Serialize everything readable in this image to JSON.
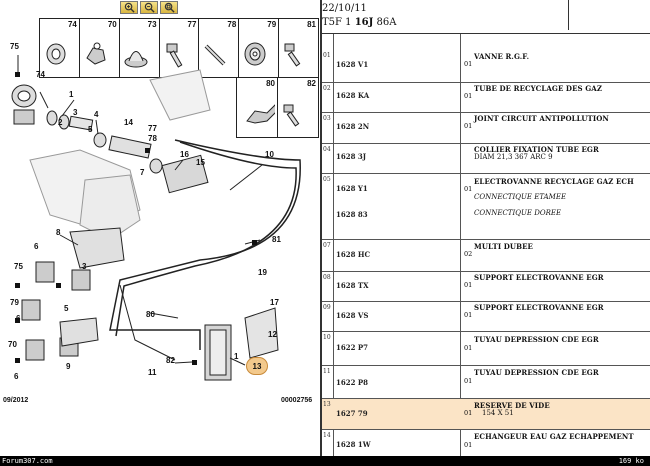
{
  "diagram": {
    "date_code": "09/2012",
    "doc_code": "00002756",
    "top_parts": [
      "74",
      "70",
      "73",
      "77",
      "78",
      "79",
      "81"
    ],
    "side_parts": [
      "80",
      "82"
    ],
    "callouts": {
      "c75a": "75",
      "c74": "74",
      "c1a": "1",
      "c3a": "3",
      "c4a": "4",
      "c2a": "2",
      "c5a": "5",
      "c14": "14",
      "c77b": "77",
      "c78b": "78",
      "c16": "16",
      "c15": "15",
      "c10": "10",
      "c7": "7",
      "c8": "8",
      "c81": "81",
      "c19": "19",
      "c6a": "6",
      "c75b": "75",
      "c3b": "3",
      "c79": "79",
      "c5b": "5",
      "c6b": "6",
      "c70": "70",
      "c6c": "6",
      "c9": "9",
      "c80": "80",
      "c82": "82",
      "c11": "11",
      "c17": "17",
      "c12": "12",
      "c1b": "1",
      "c13": "13"
    }
  },
  "list": {
    "header_date": "22/10/11",
    "header_model_prefix": "T5F 1",
    "header_model_bold": "16J",
    "header_model_suffix": "86A",
    "rows": [
      {
        "n": "01",
        "ref": "1628 V1",
        "qty": "01",
        "desc": "VANNE R.G.F."
      },
      {
        "n": "02",
        "ref": "1628 KA",
        "qty": "01",
        "desc": "TUBE DE RECYCLAGE DES GAZ"
      },
      {
        "n": "03",
        "ref": "1628 2N",
        "qty": "01",
        "desc": "JOINT CIRCUIT ANTIPOLLUTION"
      },
      {
        "n": "04",
        "ref": "1628 3J",
        "qty": "",
        "desc": "COLLIER FIXATION TUBE EGR",
        "sub": "DIAM 21,3 367 ARC 9"
      },
      {
        "n": "05",
        "ref": "1628 Y1",
        "qty": "01",
        "desc": "ELECTROVANNE RECYCLAGE GAZ ECH",
        "sub": "CONNECTIQUE ETAMEE"
      },
      {
        "n": "",
        "ref": "1628 83",
        "qty": "",
        "desc": "",
        "sub": "CONNECTIQUE DOREE"
      },
      {
        "n": "07",
        "ref": "1628 HC",
        "qty": "02",
        "desc": "MULTI DUBEE"
      },
      {
        "n": "08",
        "ref": "1628 TX",
        "qty": "01",
        "desc": "SUPPORT ELECTROVANNE EGR"
      },
      {
        "n": "09",
        "ref": "1628 VS",
        "qty": "01",
        "desc": "SUPPORT ELECTROVANNE EGR"
      },
      {
        "n": "10",
        "ref": "1622 P7",
        "qty": "01",
        "desc": "TUYAU DEPRESSION CDE EGR"
      },
      {
        "n": "11",
        "ref": "1622 P8",
        "qty": "01",
        "desc": "TUYAU DEPRESSION CDE EGR"
      },
      {
        "n": "13",
        "ref": "1627 79",
        "qty": "01",
        "desc": "RESERVE DE VIDE",
        "sub": "154 X 51"
      },
      {
        "n": "14",
        "ref": "1628 1W",
        "qty": "01",
        "desc": "ECHANGEUR EAU GAZ ECHAPPEMENT"
      }
    ]
  },
  "status": {
    "left": "Forum307.com",
    "right": "169 ko"
  }
}
